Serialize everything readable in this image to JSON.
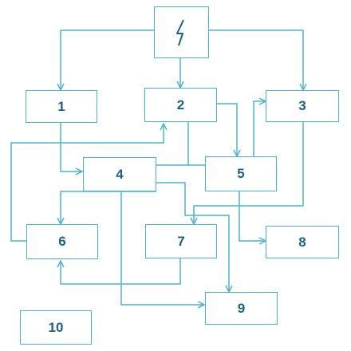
{
  "colors": {
    "line": "#4fb3c8",
    "text": "#1f5f86",
    "background": "#ffffff"
  },
  "source": {
    "icon": "lightning-bolt-icon"
  },
  "blocks": {
    "b1": "1",
    "b2": "2",
    "b3": "3",
    "b4": "4",
    "b5": "5",
    "b6": "6",
    "b7": "7",
    "b8": "8",
    "b9": "9",
    "b10": "10"
  }
}
